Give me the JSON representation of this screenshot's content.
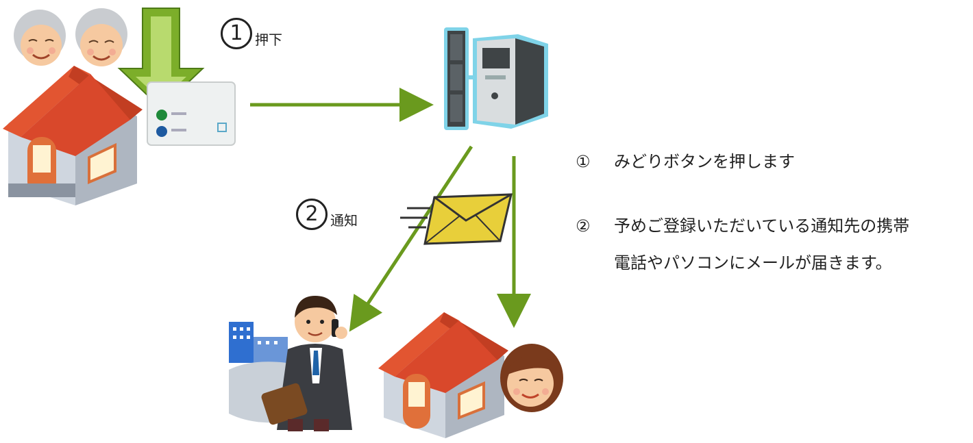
{
  "step1": {
    "number": "1",
    "text": "押下"
  },
  "step2": {
    "number": "2",
    "text": "通知"
  },
  "legend": {
    "item1": {
      "mark": "①",
      "text": "みどりボタンを押します"
    },
    "item2": {
      "mark": "②",
      "line1": "予めご登録いただいている通知先の携帯",
      "line2": "電話やパソコンにメールが届きます。"
    }
  },
  "colors": {
    "arrow": "#6a9a1e",
    "big_arrow": "#7cae2a",
    "envelope": "#e8cf3a",
    "roof": "#d9482b",
    "house_wall": "#cfd6df",
    "server": "#3f4446"
  },
  "icons": [
    "elderly-couple-icon",
    "house-icon",
    "button-device-icon",
    "server-icon",
    "envelope-icon",
    "businessman-phone-icon",
    "woman-icon"
  ]
}
